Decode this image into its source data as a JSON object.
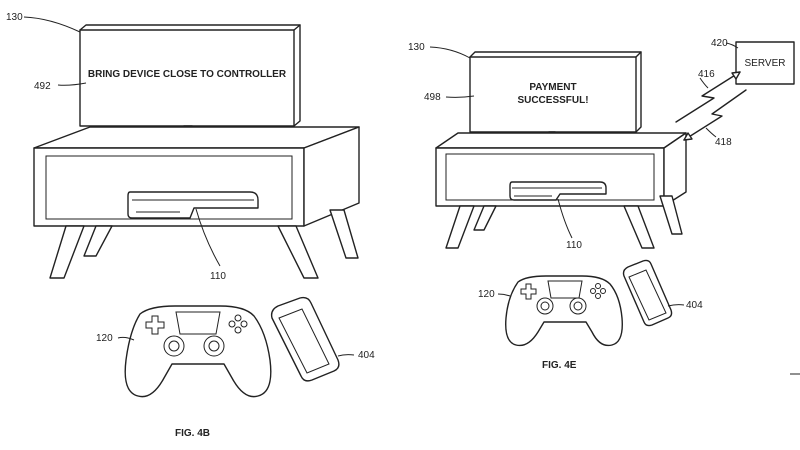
{
  "left": {
    "screen_text": "BRING DEVICE CLOSE TO CONTROLLER",
    "refs": {
      "tv": "130",
      "screen": "492",
      "console": "110",
      "controller": "120",
      "phone": "404"
    },
    "figure_label": "FIG. 4B"
  },
  "right": {
    "screen_text_line1": "PAYMENT",
    "screen_text_line2": "SUCCESSFUL!",
    "server_label": "SERVER",
    "refs": {
      "tv": "130",
      "screen": "498",
      "server": "420",
      "signal_up": "416",
      "signal_down": "418",
      "console": "110",
      "controller": "120",
      "phone": "404"
    },
    "figure_label": "FIG. 4E"
  }
}
